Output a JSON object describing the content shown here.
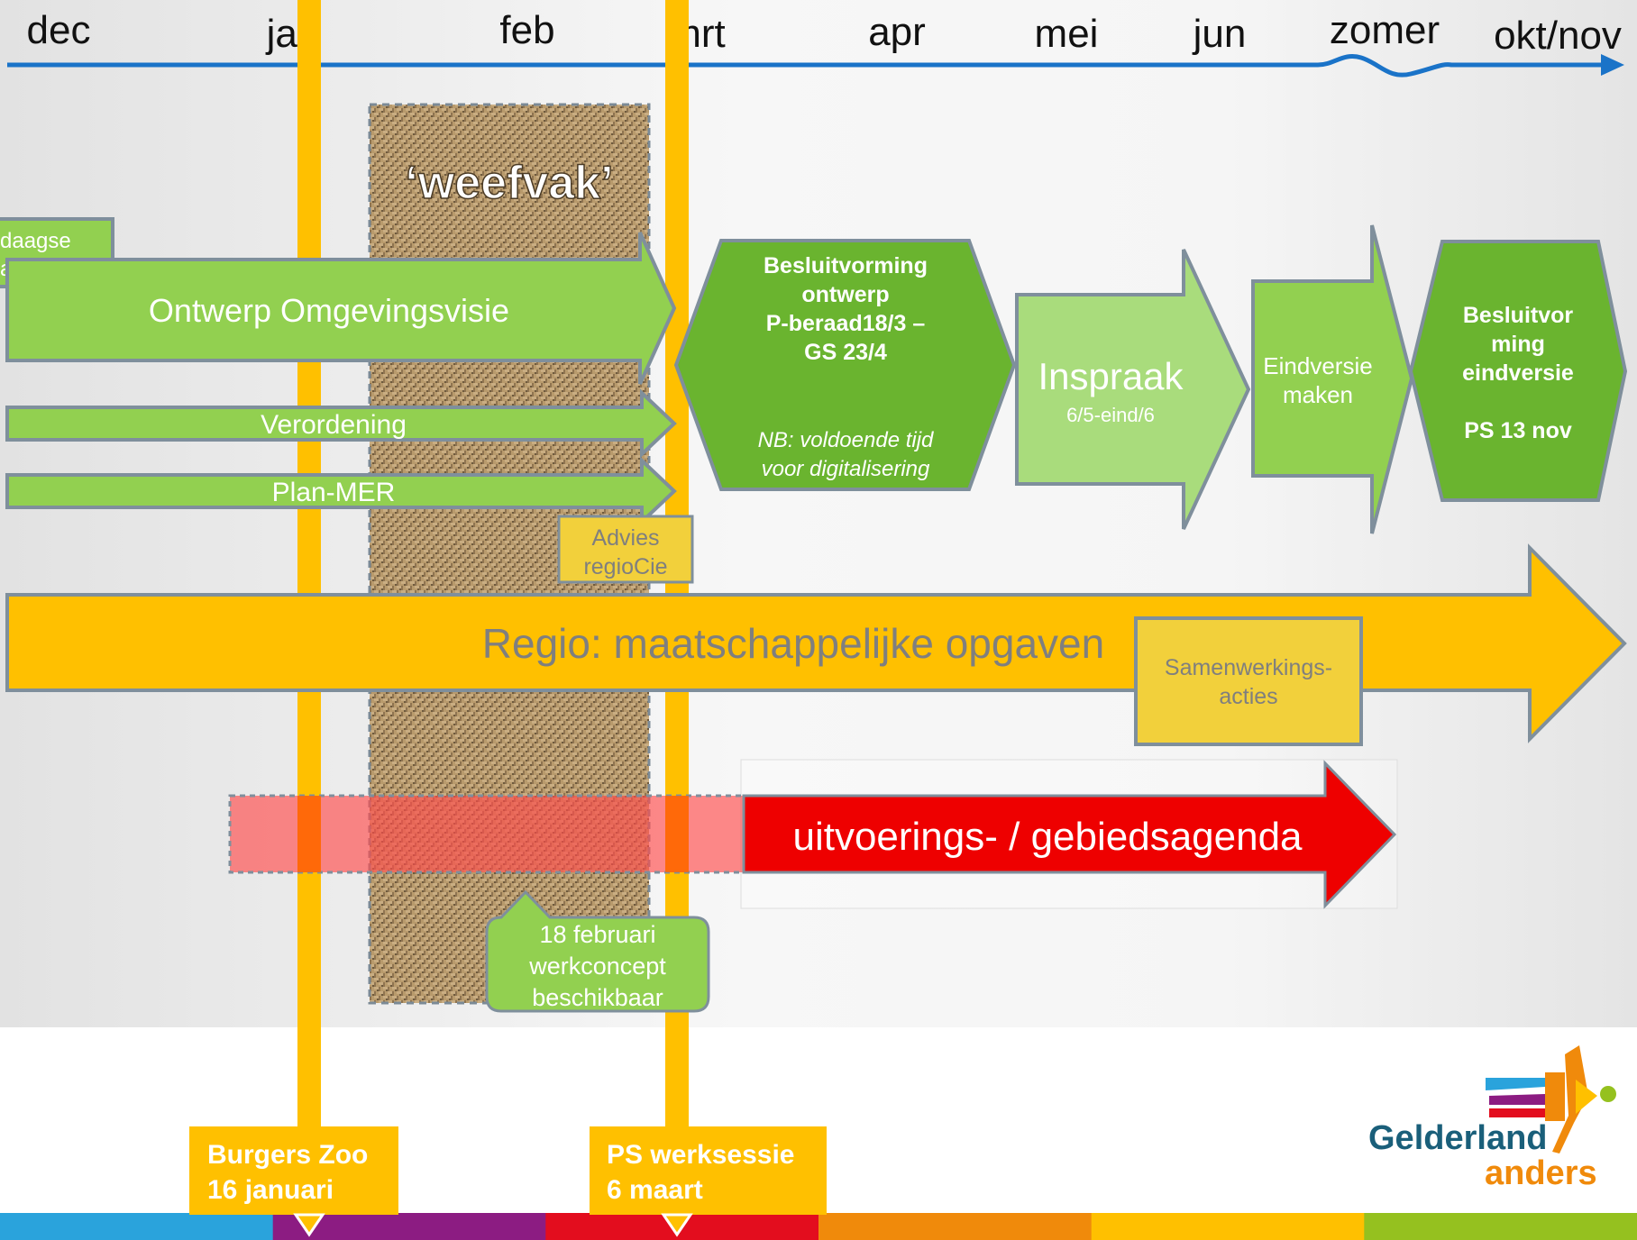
{
  "timeline": {
    "months": [
      "dec",
      "jan",
      "feb",
      "mrt",
      "apr",
      "mei",
      "jun",
      "zomer",
      "okt/nov"
    ]
  },
  "weefvak": {
    "label": "‘weefvak’"
  },
  "left_box": {
    "line1": "daagse",
    "line2": "apendal"
  },
  "tracks": {
    "omgevingsvisie": "Ontwerp Omgevingsvisie",
    "verordening": "Verordening",
    "planmer": "Plan-MER"
  },
  "besluitvorming_ontwerp": {
    "line1": "Besluitvorming",
    "line2": "ontwerp",
    "line3": "P-beraad18/3 –",
    "line4": "GS 23/4",
    "note1": "NB: voldoende tijd",
    "note2": "voor digitalisering"
  },
  "inspraak": {
    "title": "Inspraak",
    "dates": "6/5-eind/6"
  },
  "eindversie": {
    "line1": "Eindversie",
    "line2": "maken"
  },
  "besluitvorming_eind": {
    "line1": "Besluitvor",
    "line2": "ming",
    "line3": "eindversie",
    "line4": "PS  13 nov"
  },
  "advies": {
    "line1": "Advies",
    "line2": "regioCie"
  },
  "regio": {
    "label": "Regio: maatschappelijke opgaven"
  },
  "samenwerking": {
    "line1": "Samenwerkings-",
    "line2": "acties"
  },
  "uitvoering": {
    "label": "uitvoerings- / gebiedsagenda"
  },
  "werkconcept": {
    "line1": "18 februari",
    "line2": "werkconcept",
    "line3": "beschikbaar"
  },
  "events": {
    "burgers_zoo": {
      "line1": "Burgers Zoo",
      "line2": "16 januari"
    },
    "ps_werksessie": {
      "line1": "PS werksessie",
      "line2": "6 maart"
    }
  },
  "logo": {
    "line1": "Gelderland",
    "line2": "anders"
  },
  "colors": {
    "timeline_blue": "#1a73c8",
    "green_light": "#92d050",
    "green_dark": "#6ab42f",
    "green_pale": "#a9dc7c",
    "orange": "#ffc000",
    "yellow_box": "#f2d03b",
    "red": "#ee0000",
    "burlap": "#b89a6c"
  },
  "footer_stripe_colors": [
    "#2aa3dc",
    "#8c1c82",
    "#e30d1e",
    "#f08a0b",
    "#ffc000",
    "#95c11f"
  ]
}
